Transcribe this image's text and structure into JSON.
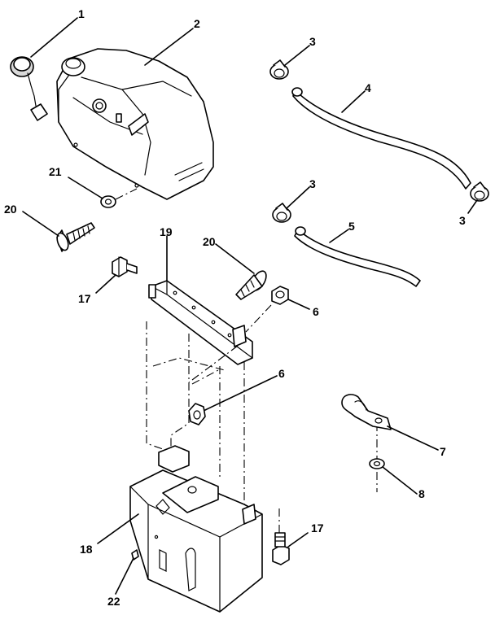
{
  "callouts": {
    "c1": "1",
    "c2": "2",
    "c3a": "3",
    "c3b": "3",
    "c3c": "3",
    "c4": "4",
    "c5": "5",
    "c6a": "6",
    "c6b": "6",
    "c7": "7",
    "c8": "8",
    "c17a": "17",
    "c17b": "17",
    "c18": "18",
    "c19": "19",
    "c20a": "20",
    "c20b": "20",
    "c21": "21",
    "c22": "22"
  }
}
